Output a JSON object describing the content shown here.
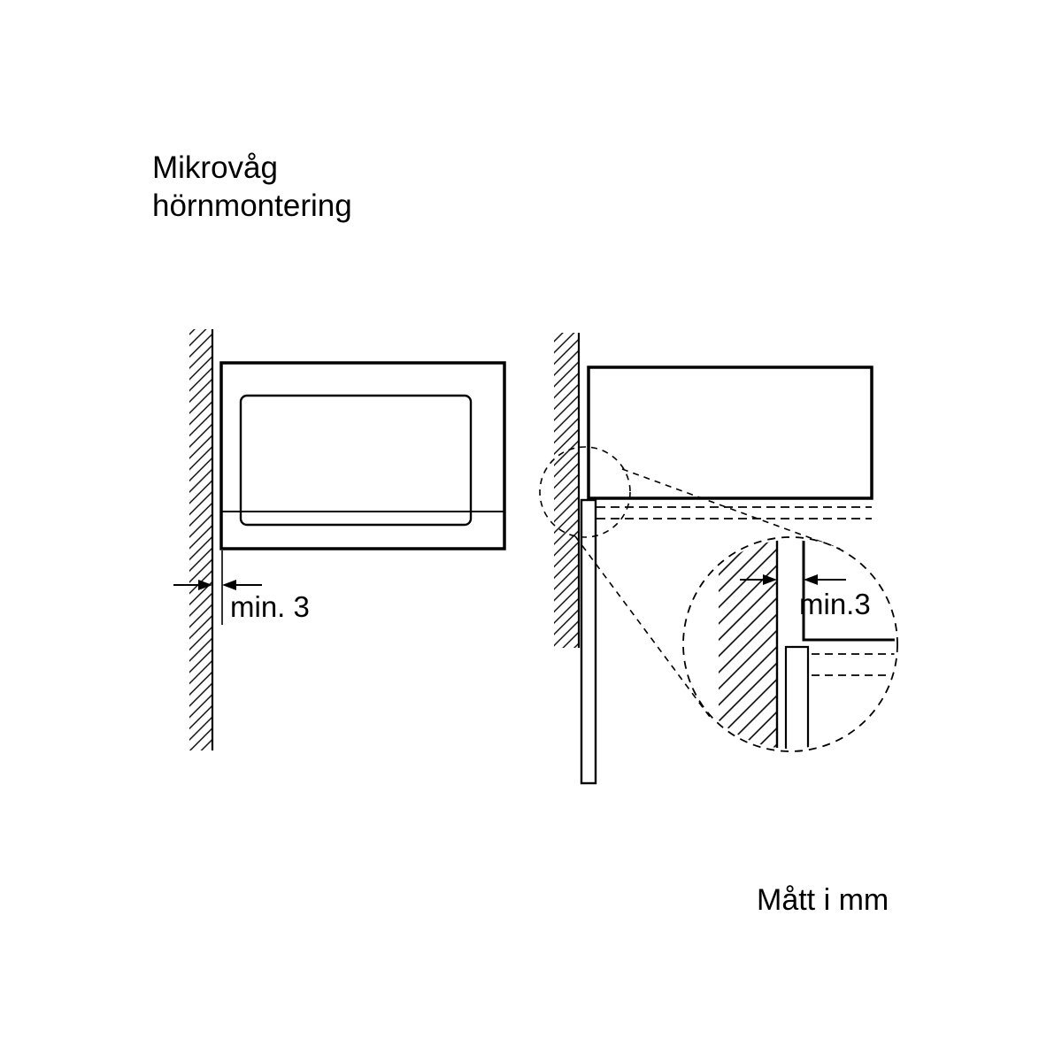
{
  "title": {
    "line1": "Mikrovåg",
    "line2": "hörnmontering"
  },
  "front_view": {
    "dimension_label": "min. 3"
  },
  "detail_view": {
    "dimension_label": "min.3"
  },
  "footer": {
    "units_label": "Mått i mm"
  },
  "colors": {
    "line": "#000000",
    "background": "#ffffff"
  }
}
